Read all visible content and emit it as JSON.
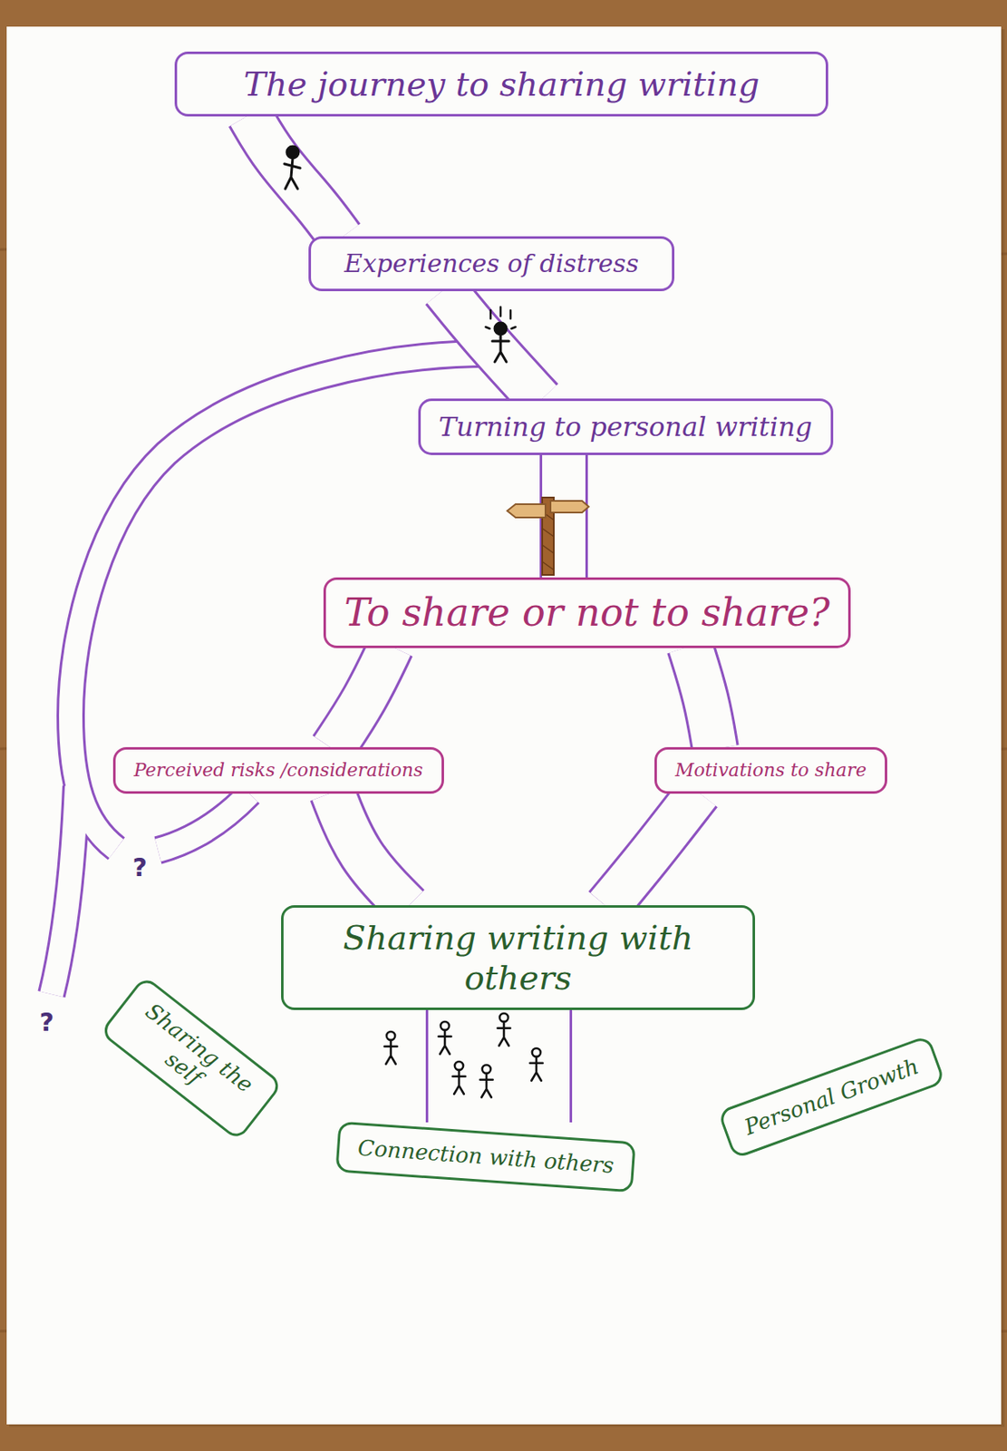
{
  "diagram": {
    "nodes": [
      {
        "text": [
          "The journey to sharing writing"
        ]
      },
      {
        "text": [
          "Experiences of distress"
        ]
      },
      {
        "text": [
          "Turning to personal writing"
        ]
      },
      {
        "text": [
          "To share or not to share?"
        ]
      },
      {
        "text": [
          "Perceived risks /considerations"
        ]
      },
      {
        "text": [
          "Motivations to share"
        ]
      },
      {
        "text": [
          "Sharing writing with others"
        ]
      },
      {
        "text": [
          "Sharing the self"
        ]
      },
      {
        "text": [
          "Connection with others"
        ]
      },
      {
        "text": [
          "Personal Growth"
        ]
      }
    ],
    "edges": [
      {
        "from": 0,
        "to": 1,
        "arrow": "none"
      },
      {
        "from": 1,
        "to": 2,
        "arrow": "none"
      },
      {
        "from": 2,
        "to": 3,
        "arrow": "none"
      },
      {
        "from": 3,
        "to": 4,
        "arrow": "none"
      },
      {
        "from": 3,
        "to": 5,
        "arrow": "none"
      },
      {
        "from": 4,
        "to": 6,
        "arrow": "none"
      },
      {
        "from": 5,
        "to": 6,
        "arrow": "none"
      },
      {
        "from": 6,
        "to": 8,
        "arrow": "none"
      }
    ],
    "labels": [
      "?",
      "?"
    ]
  }
}
